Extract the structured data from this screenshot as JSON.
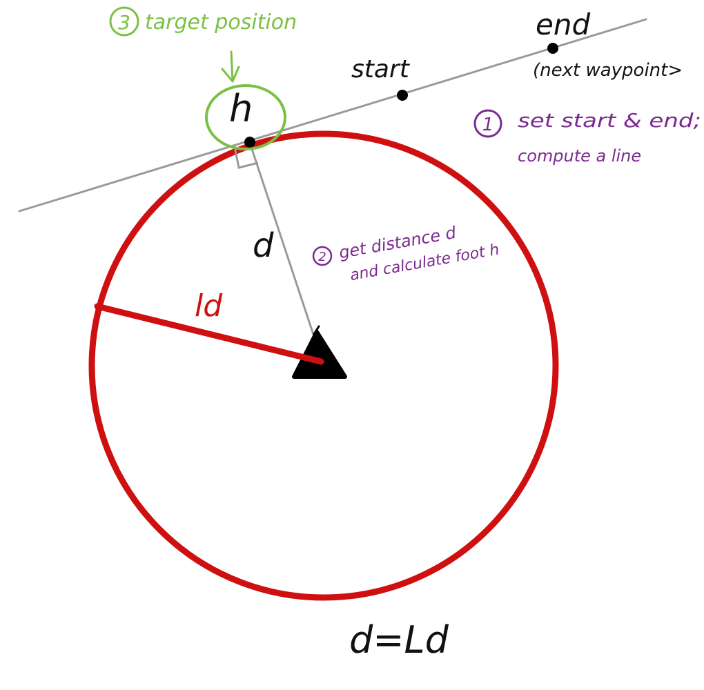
{
  "labels": {
    "target_number": "3",
    "target_text": "target position",
    "h": "h",
    "start": "start",
    "end": "end",
    "next_waypoint": "(next waypoint>",
    "step1_number": "1",
    "step1_line1": "set start & end;",
    "step1_line2": "compute a line",
    "step2_number": "2",
    "step2_line1": "get distance d",
    "step2_line2": "and calculate foot h",
    "d": "d",
    "ld": "ld",
    "equation": "d=Ld"
  },
  "colors": {
    "path_line": "#9a9a9a",
    "circle": "#cf1010",
    "radius": "#cf1010",
    "vehicle": "#000000",
    "points": "#000000",
    "target_annotation": "#7bc043",
    "step_annotation": "#7b2a8f"
  },
  "icons": {
    "vehicle": "vehicle-triangle-icon",
    "target_arrow": "arrow-down-icon"
  }
}
